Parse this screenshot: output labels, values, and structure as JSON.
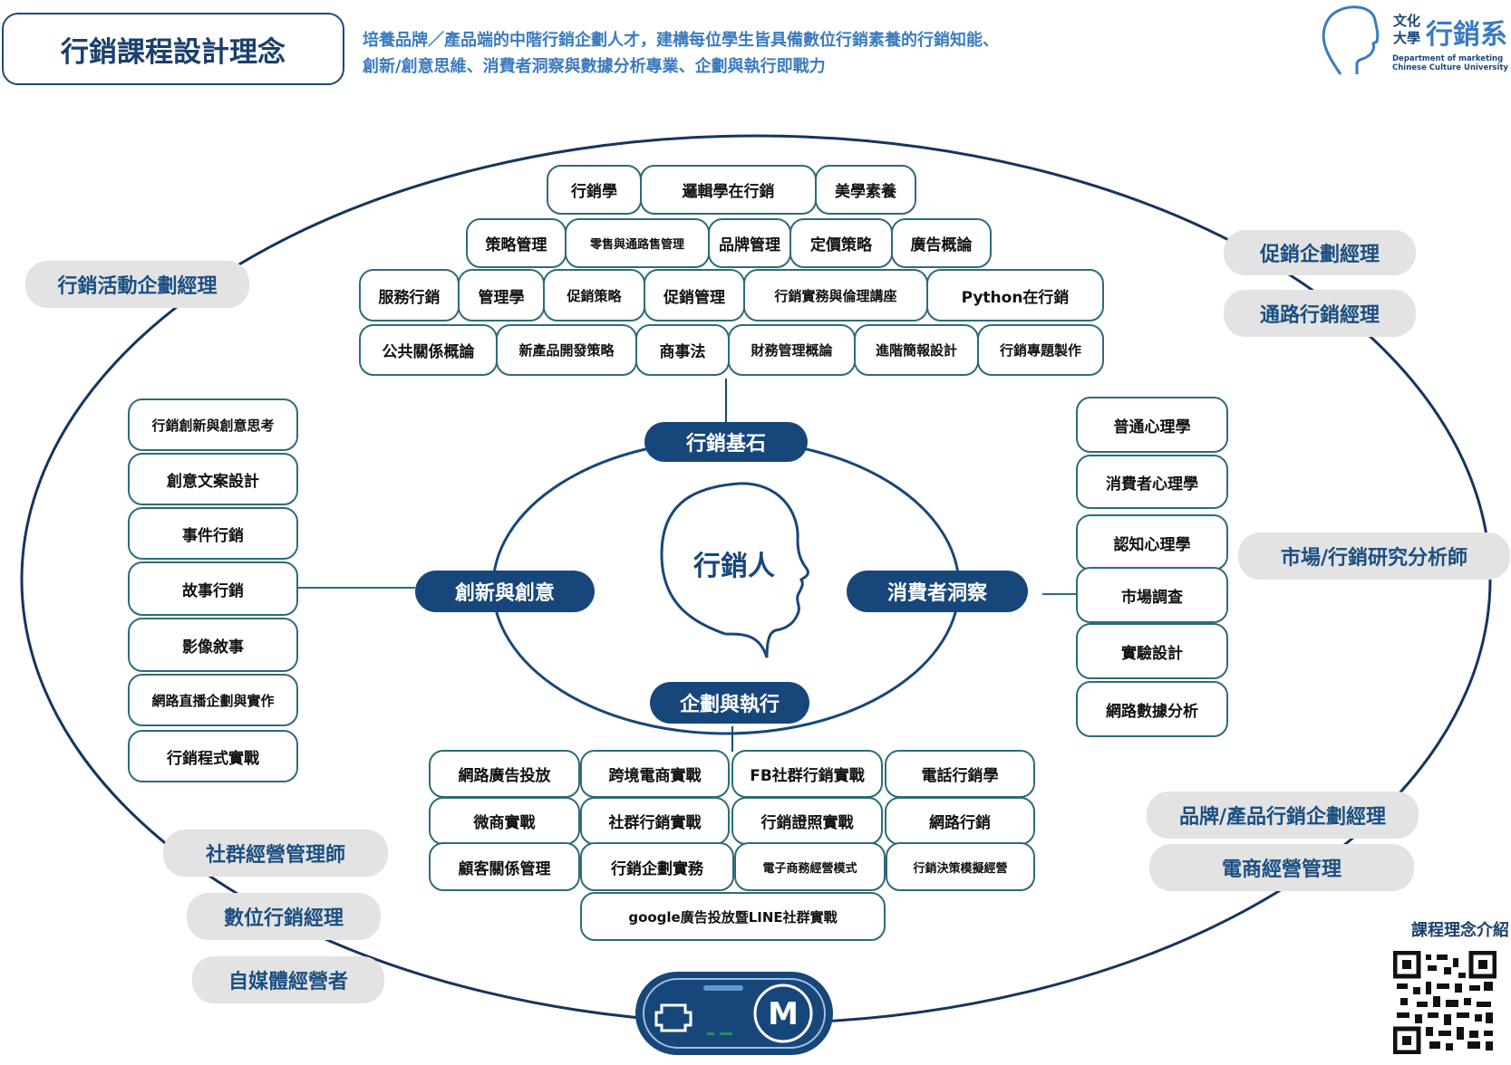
{
  "title": "行銷課程設計理念",
  "tagline": [
    "培養品牌／產品端的中階行銷企劃人才，建構每位學生皆具備數位行銷素養的行銷知能、",
    "創新/創意思維、消費者洞察與數據分析專業、企劃與執行即戰力"
  ],
  "logo": {
    "school_line1": "文化",
    "school_line2": "大學",
    "dept_name": "行銷系",
    "en_line1": "Department  of  marketing",
    "en_line2": "Chinese    Culture  University"
  },
  "center": "行銷人",
  "hubs": {
    "foundation": "行銷基石",
    "creativity": "創新與創意",
    "insight": "消費者洞察",
    "execution": "企劃與執行"
  },
  "foundation_courses": [
    [
      "行銷學",
      "邏輯學在行銷",
      "美學素養"
    ],
    [
      "策略管理",
      "零售與通路售管理",
      "品牌管理",
      "定價策略",
      "廣告概論"
    ],
    [
      "服務行銷",
      "管理學",
      "促銷策略",
      "促銷管理",
      "行銷實務與倫理講座",
      "Python在行銷"
    ],
    [
      "公共關係概論",
      "新產品開發策略",
      "商事法",
      "財務管理概論",
      "進階簡報設計",
      "行銷專題製作"
    ]
  ],
  "creativity_courses": [
    "行銷創新與創意思考",
    "創意文案設計",
    "事件行銷",
    "故事行銷",
    "影像敘事",
    "網路直播企劃與實作",
    "行銷程式實戰"
  ],
  "insight_courses": [
    "普通心理學",
    "消費者心理學",
    "認知心理學",
    "市場調查",
    "實驗設計",
    "網路數據分析"
  ],
  "execution_courses": [
    [
      "網路廣告投放",
      "跨境電商實戰",
      "FB社群行銷實戰",
      "電話行銷學"
    ],
    [
      "微商實戰",
      "社群行銷實戰",
      "行銷證照實戰",
      "網路行銷"
    ],
    [
      "顧客關係管理",
      "行銷企劃實務",
      "電子商務經營模式",
      "行銷決策模擬經營"
    ],
    [
      "google廣告投放暨LINE社群實戰"
    ]
  ],
  "careers": [
    "行銷活動企劃經理",
    "促銷企劃經理",
    "通路行銷經理",
    "市場/行銷研究分析師",
    "品牌/產品行銷企劃經理",
    "電商經營管理",
    "社群經營管理師",
    "數位行銷經理",
    "自媒體經營者"
  ],
  "qr_caption": "課程理念介紹",
  "badge_letter": "M",
  "colors": {
    "navy": "#17477a",
    "teal_border": "#2e6b78",
    "accent_blue": "#3a7bbf",
    "career_bg": "#e3e3e3"
  }
}
